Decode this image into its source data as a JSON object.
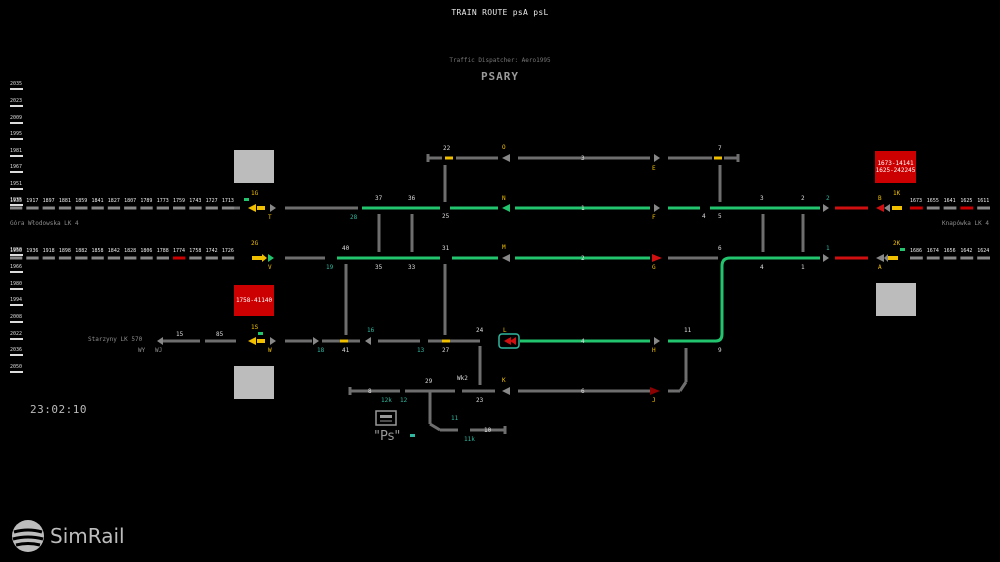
{
  "header": {
    "title": "TRAIN ROUTE psA psL",
    "dispatcher": "Traffic Dispatcher: Aero1995",
    "station": "PSARY"
  },
  "clock": "23:02:10",
  "brand": "SimRail",
  "axis_left": [
    "2035",
    "2023",
    "2009",
    "1995",
    "1981",
    "1967",
    "1951",
    "1935",
    "1950",
    "1966",
    "1980",
    "1994",
    "2008",
    "2022",
    "2036",
    "2050"
  ],
  "direction_left_top": "Góra Włodowska LK 4",
  "direction_right_top": "Knapówka LK 4",
  "direction_left_bottom": "Starzyny LK 570",
  "left_wy_wj": [
    "WY",
    "WJ"
  ],
  "blocks_top_left": [
    "1917",
    "1897",
    "1881",
    "1859",
    "1841",
    "1827",
    "1807",
    "1789",
    "1773",
    "1759",
    "1743",
    "1727",
    "1713"
  ],
  "blocks_top_right": [
    "1673",
    "1655",
    "1641",
    "1625",
    "1611"
  ],
  "blocks_mid_left": [
    "1936",
    "1918",
    "1898",
    "1882",
    "1858",
    "1842",
    "1828",
    "1806",
    "1788",
    "1774",
    "1758",
    "1742",
    "1726"
  ],
  "blocks_mid_right": [
    "1686",
    "1674",
    "1656",
    "1642",
    "1624"
  ],
  "train_boxes": {
    "right_top": [
      "1673-14141",
      "1625-242245"
    ],
    "left_mid": "1758-41140"
  },
  "signals": {
    "T": "T",
    "V": "V",
    "W": "W",
    "A": "A",
    "B": "B",
    "N": "N",
    "M": "M",
    "L": "L",
    "K": "K",
    "O": "O",
    "E": "E",
    "F": "F",
    "G": "G",
    "H": "H",
    "J": "J"
  },
  "shunt_labels": {
    "1G": "1G",
    "2G": "2G",
    "1S": "1S",
    "1K": "1K",
    "2K": "2K",
    "12k": "12k",
    "11k": "11k",
    "Wk2": "Wk2"
  },
  "track_numbers": [
    "1",
    "2",
    "3",
    "4",
    "6"
  ],
  "switch_numbers": {
    "s22": "22",
    "s7": "7",
    "s37": "37",
    "s36": "36",
    "s25": "25",
    "s3": "3",
    "s2top": "2",
    "s4": "4",
    "s5": "5",
    "s40": "40",
    "s31": "31",
    "s6": "6",
    "s35": "35",
    "s33": "33",
    "s4b": "4",
    "s1b": "1",
    "s15": "15",
    "s85": "85",
    "s24": "24",
    "s11": "11",
    "s41": "41",
    "s27": "27",
    "s9": "9",
    "s29": "29",
    "s23": "23",
    "s8": "8",
    "s10": "10"
  },
  "section_numbers": {
    "n28": "28",
    "n19": "19",
    "n18": "18",
    "n16": "16",
    "n13": "13",
    "n12": "12",
    "n11": "11",
    "n2r": "2",
    "n1r": "1"
  },
  "ps_label": "\"Ps\"",
  "colors": {
    "occupied": "#22c46e",
    "free": "#6e6e6e",
    "signal_red": "#d01010",
    "signal_yellow": "#f0c000",
    "signal_green": "#22c46e",
    "teal": "#2fb8a0"
  }
}
